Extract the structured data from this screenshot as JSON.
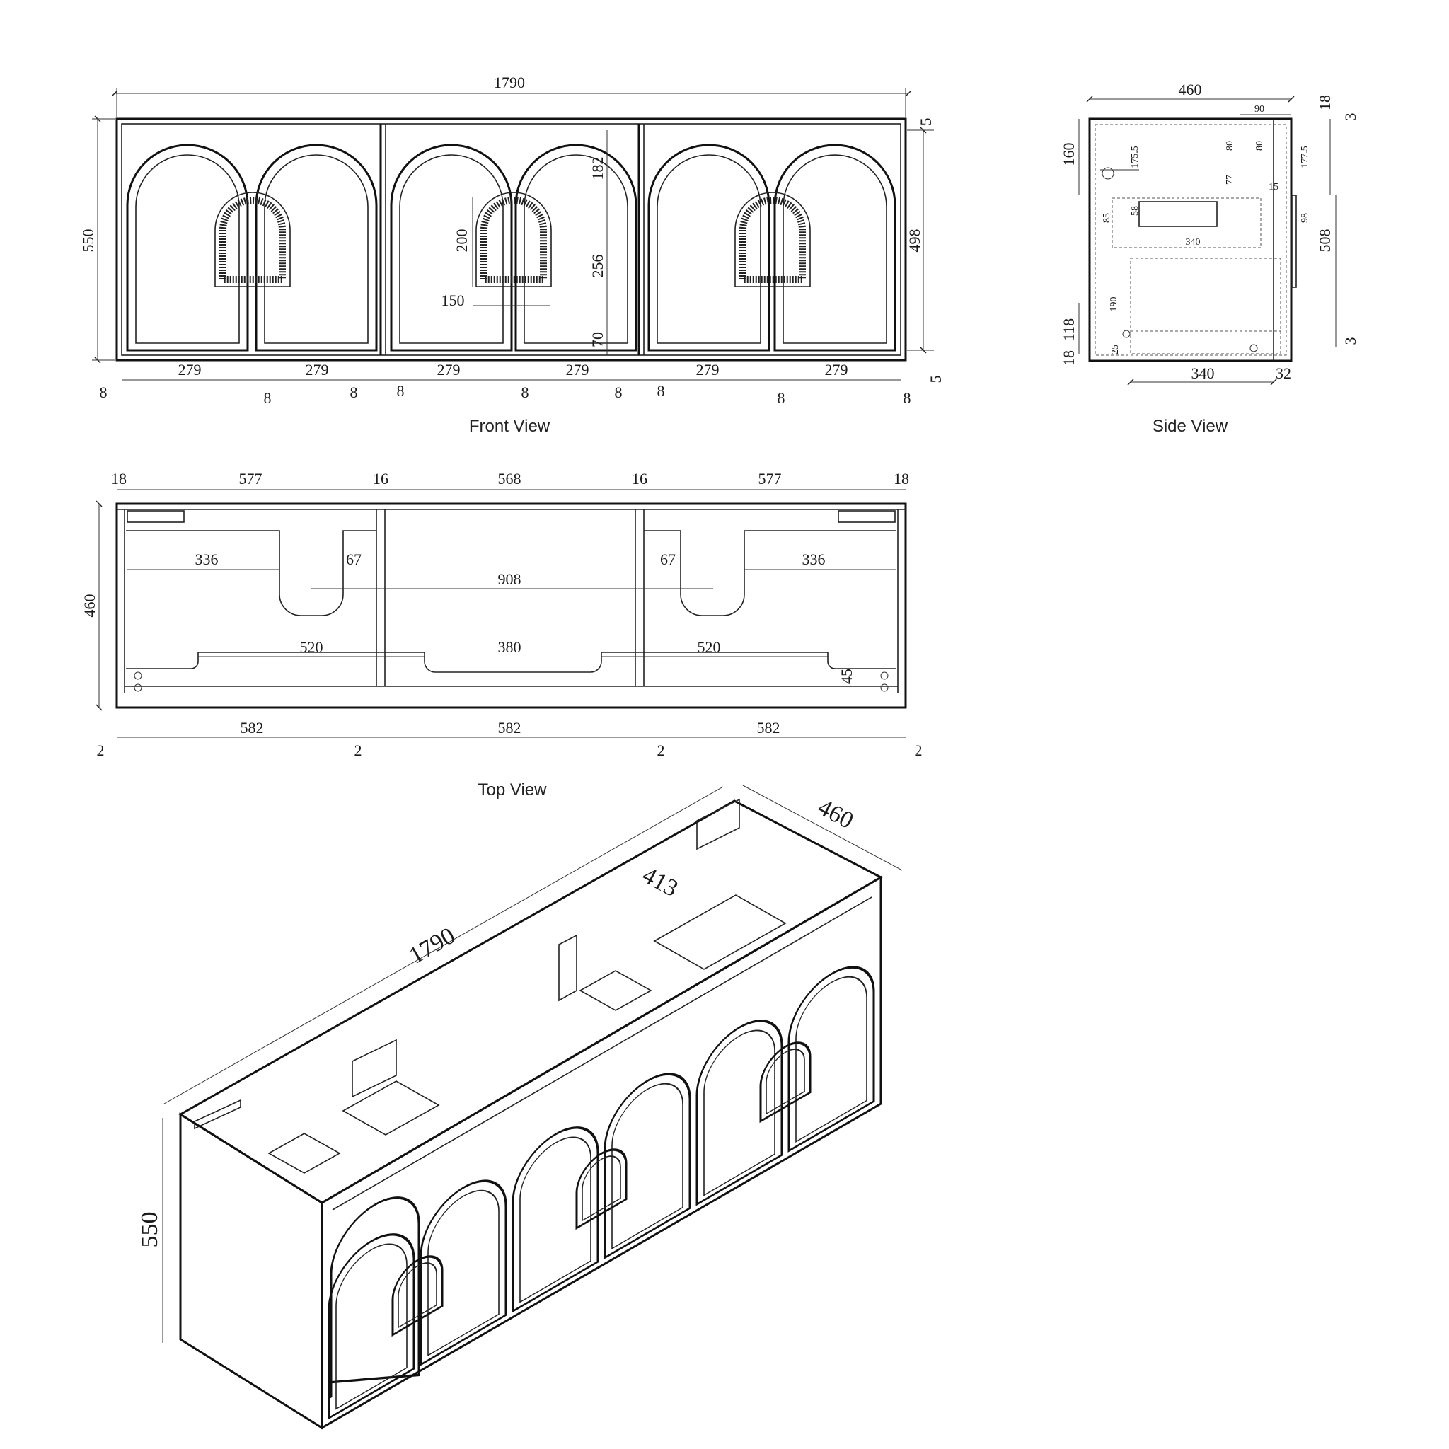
{
  "captions": {
    "front": "Front View",
    "side": "Side View",
    "top": "Top View"
  },
  "front": {
    "width": "1790",
    "height": "550",
    "door_height": "498",
    "top_gap": "5",
    "bottom_gap": "5",
    "arch_top": "182",
    "handle_height": "200",
    "handle_offset": "256",
    "handle_width": "150",
    "bottom_offset": "70",
    "door_width": "279",
    "gap": "8"
  },
  "side": {
    "depth": "460",
    "h18_top": "18",
    "h3_top": "3",
    "h160": "160",
    "h175_5": "175.5",
    "h80a": "80",
    "h80b": "80",
    "h90": "90",
    "h177_5": "177.5",
    "h77": "77",
    "h15": "15",
    "h85": "85",
    "h58": "58",
    "h340_inner": "340",
    "h98": "98",
    "h508": "508",
    "h190": "190",
    "h118": "118",
    "h25": "25",
    "h18_bottom": "18",
    "h3_bottom": "3",
    "w340": "340",
    "w32": "32"
  },
  "top": {
    "t18a": "18",
    "t577a": "577",
    "t16a": "16",
    "t568": "568",
    "t16b": "16",
    "t577b": "577",
    "t18b": "18",
    "t460": "460",
    "t336a": "336",
    "t67a": "67",
    "t908": "908",
    "t67b": "67",
    "t336b": "336",
    "t520a": "520",
    "t380": "380",
    "t520b": "520",
    "t45": "45",
    "t582": "582",
    "t2": "2"
  },
  "iso": {
    "length": "1790",
    "depth": "460",
    "height": "550",
    "inner": "413"
  }
}
